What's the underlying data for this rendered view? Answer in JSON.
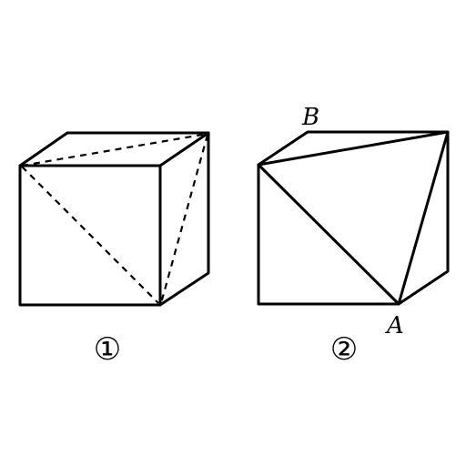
{
  "figures": [
    {
      "number_label": "①",
      "points": []
    },
    {
      "number_label": "②",
      "points": [
        {
          "name": "B"
        },
        {
          "name": "A"
        }
      ]
    }
  ]
}
